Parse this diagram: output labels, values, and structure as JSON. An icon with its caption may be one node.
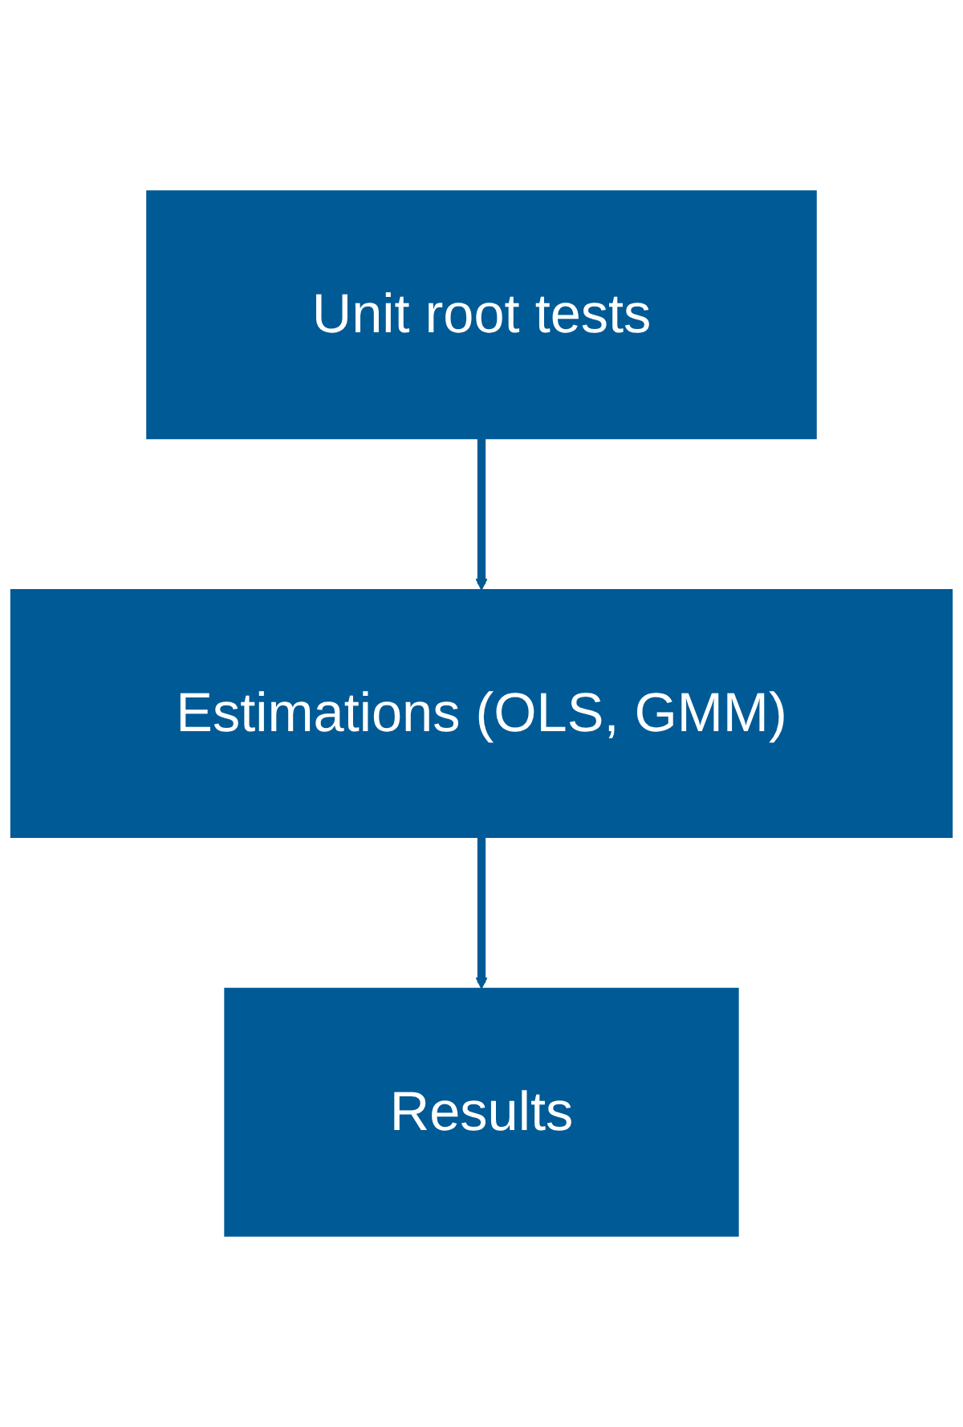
{
  "diagram": {
    "nodes": [
      {
        "text": [
          "Unit root tests"
        ]
      },
      {
        "text": [
          "Estimations (OLS, GMM)"
        ]
      },
      {
        "text": [
          "Results"
        ]
      }
    ],
    "edges": [
      {
        "from": 0,
        "to": 1,
        "arrow": "to"
      },
      {
        "from": 1,
        "to": 2,
        "arrow": "to"
      }
    ]
  }
}
